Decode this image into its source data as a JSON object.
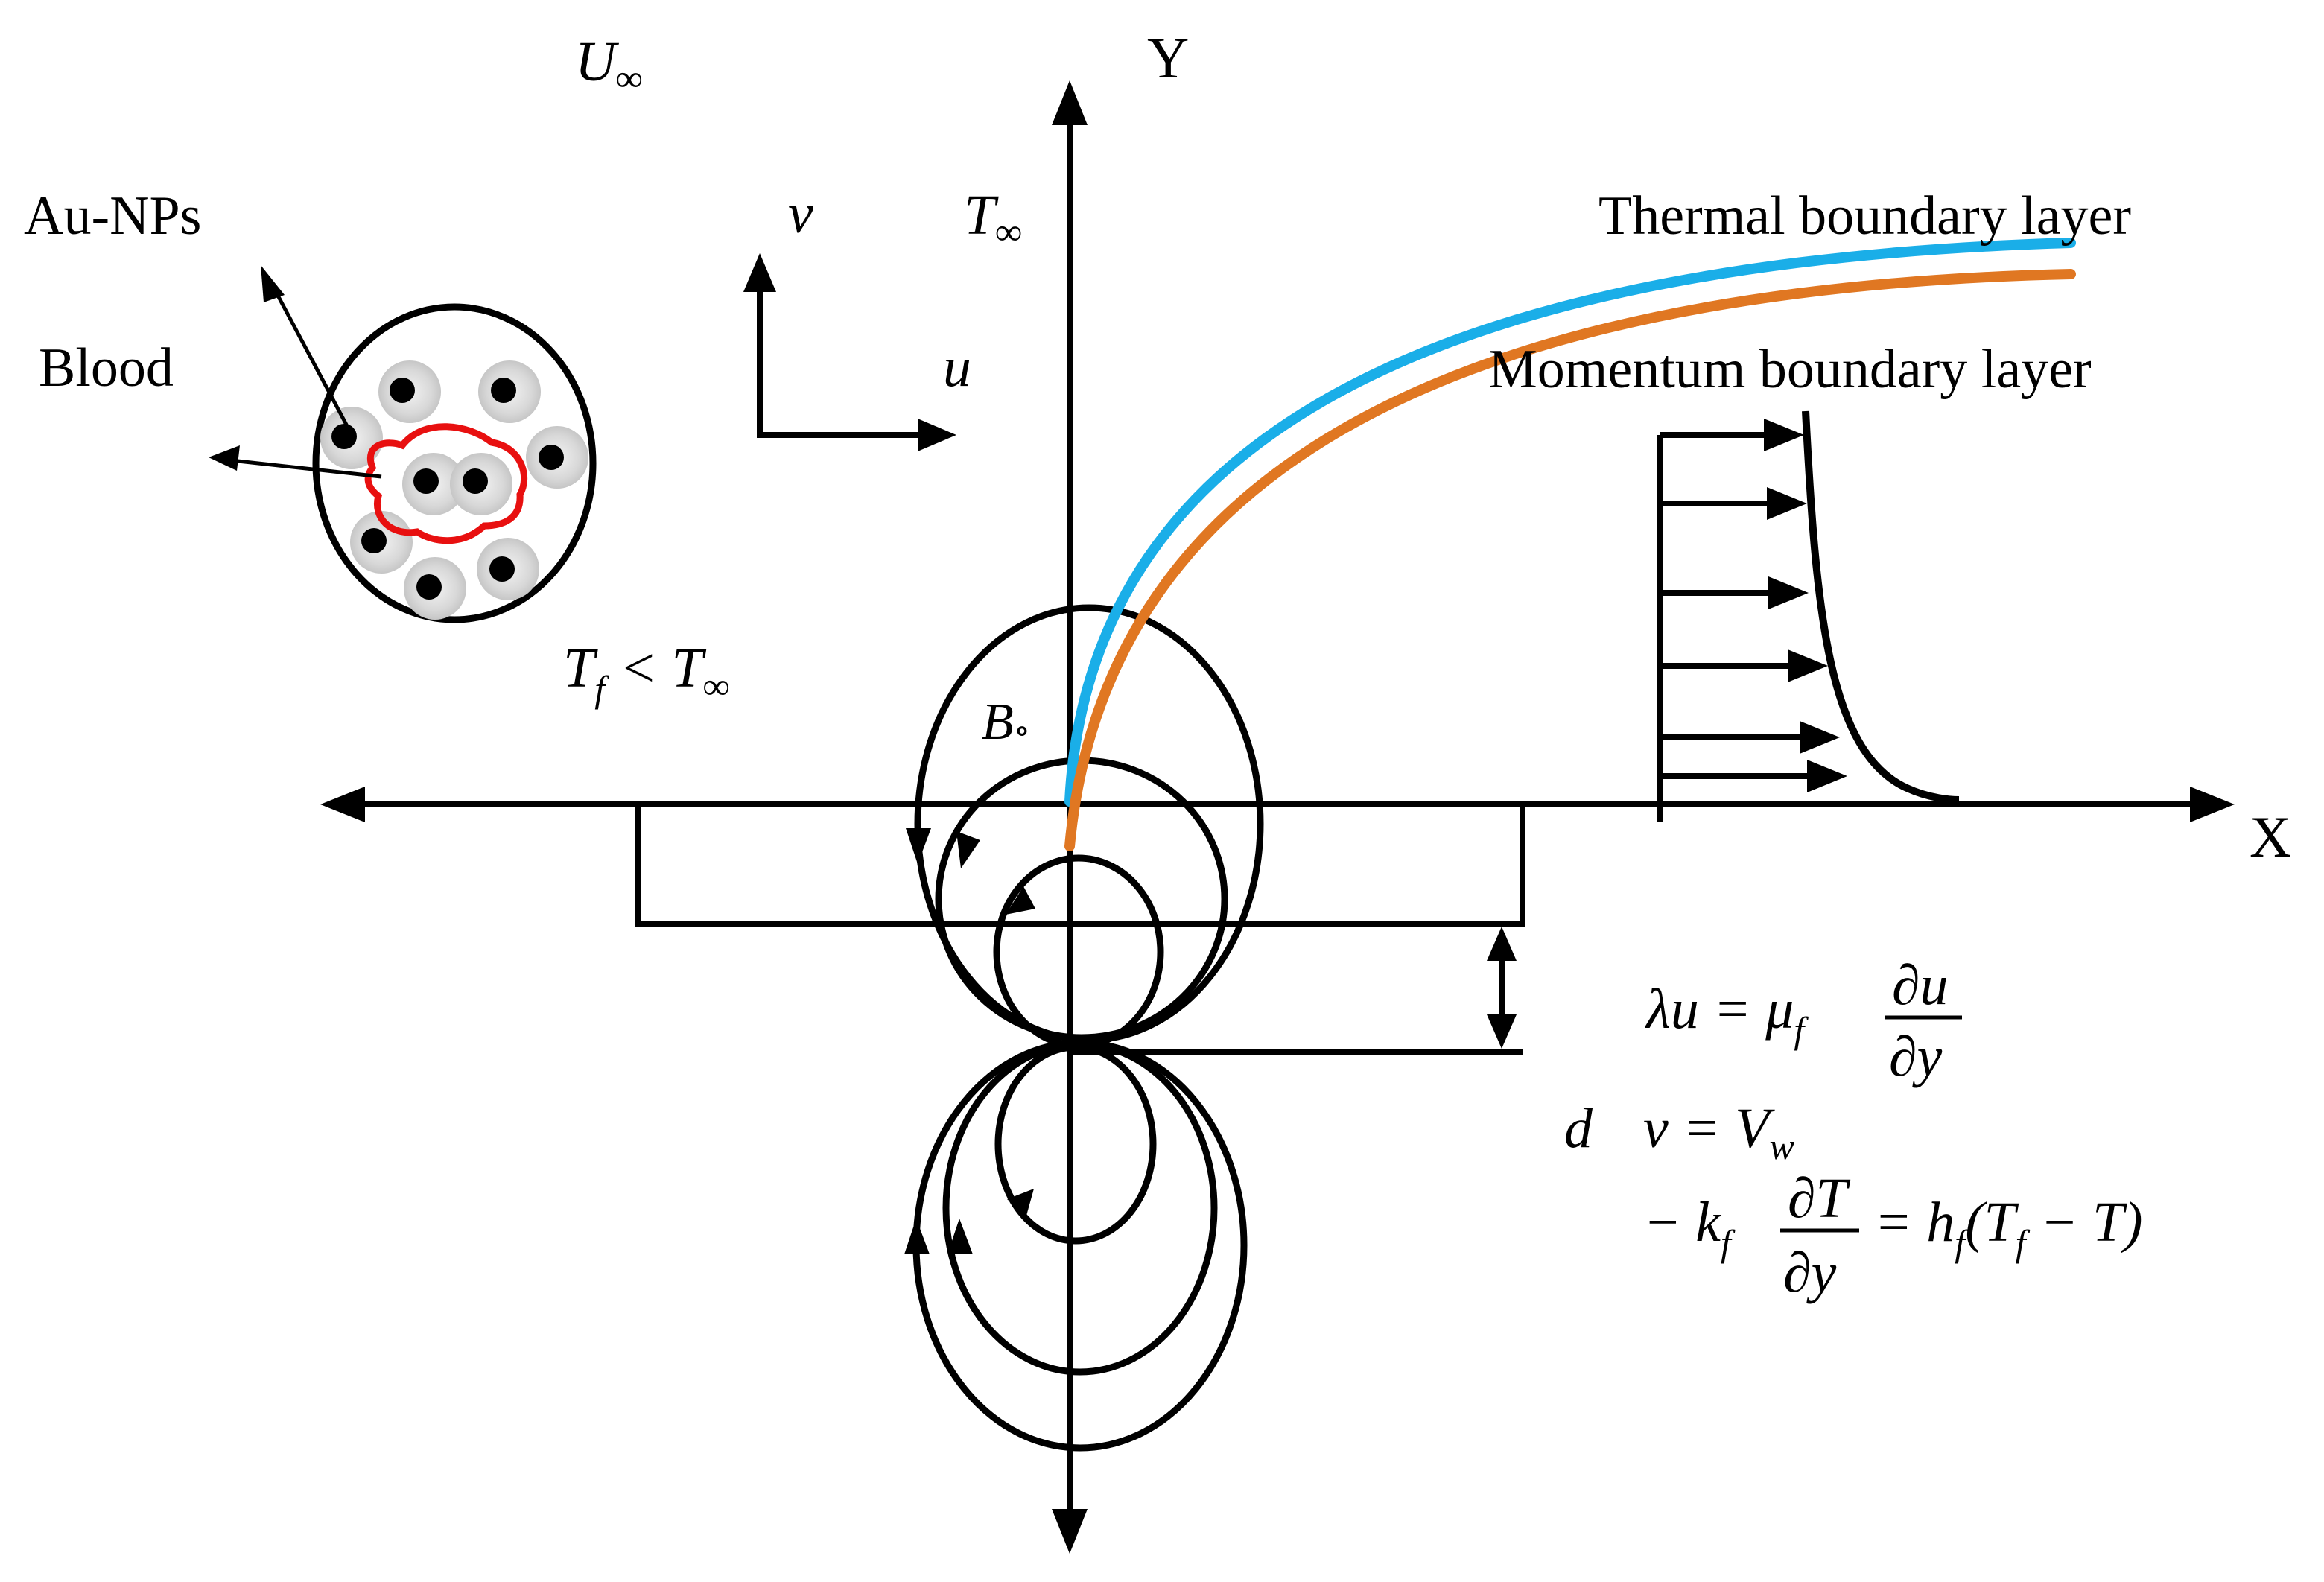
{
  "labels": {
    "u_inf_base": "U",
    "u_inf_sub": "∞",
    "y_axis": "Y",
    "x_axis": "X",
    "t_inf_base": "T",
    "t_inf_sub": "∞",
    "au_nps": "Au-NPs",
    "blood": "Blood",
    "v": "v",
    "u": "u",
    "thermal": "Thermal boundary layer",
    "momentum": "Momentum boundary layer",
    "tf_lt_tinf_T1": "T",
    "tf_lt_tinf_sub1": "f",
    "tf_lt_tinf_mid": " < T",
    "tf_lt_tinf_sub2": "∞",
    "b0_base": "B",
    "b0_sub": "∘",
    "d": "d"
  },
  "equations": {
    "eq1_lhs": "λu = μ",
    "eq1_sub": "f",
    "eq1_num": "∂u",
    "eq1_den": "∂y",
    "eq2_lhs": "v = V",
    "eq2_sub": "w",
    "eq3_lhs": "− k",
    "eq3_sub": "f",
    "eq3_num": "∂T",
    "eq3_den": "∂y",
    "eq3_rhs_a": "= h",
    "eq3_rhs_sub1": "f",
    "eq3_rhs_b": "(T",
    "eq3_rhs_sub2": "f",
    "eq3_rhs_c": " − T)"
  },
  "colors": {
    "thermal_curve": "#1aaee8",
    "momentum_curve": "#e07722",
    "tumor_outline": "#e81010",
    "ink": "#000000",
    "particle_halo": "#d4d4d4"
  }
}
